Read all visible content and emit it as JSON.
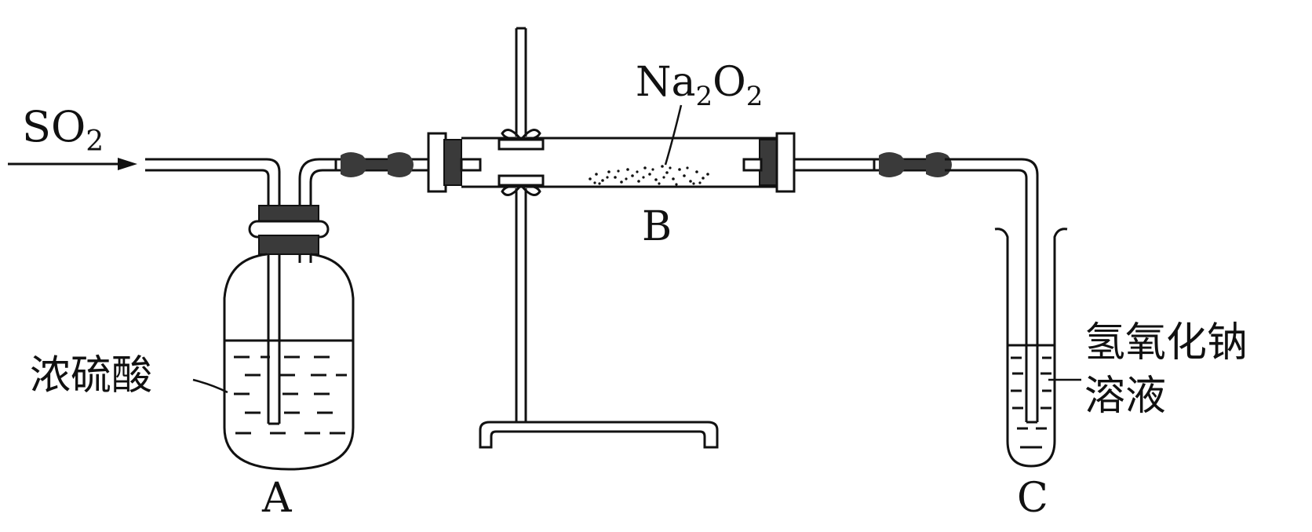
{
  "labels": {
    "gas_in": {
      "main": "SO",
      "sub": "2"
    },
    "reagent_b": {
      "p1": "Na",
      "s1": "2",
      "p2": "O",
      "s2": "2"
    },
    "bottle_a_content": "浓硫酸",
    "tube_c_content_line1": "氢氧化钠",
    "tube_c_content_line2": "溶液",
    "part_a": "A",
    "part_b": "B",
    "part_c": "C"
  },
  "colors": {
    "line": "#111111",
    "rubber": "#3a3a3a",
    "background": "#ffffff"
  }
}
